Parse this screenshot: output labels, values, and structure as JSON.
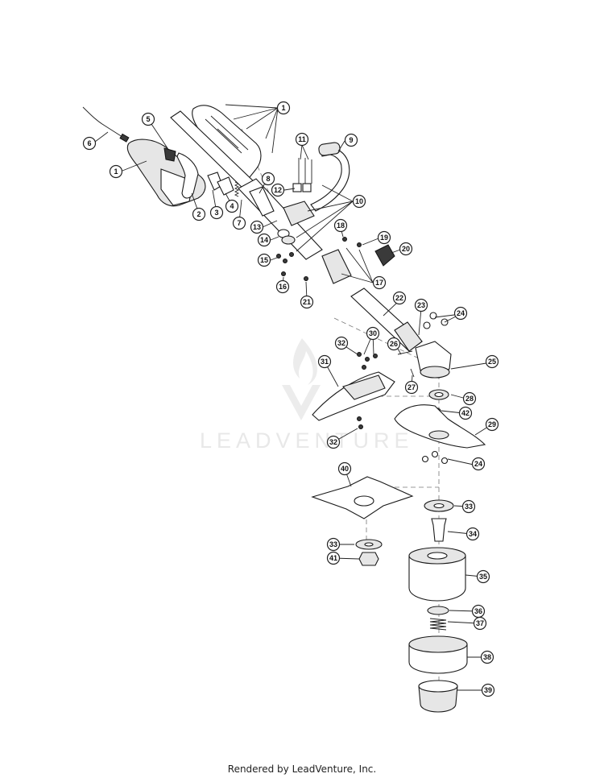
{
  "watermark": {
    "text": "LEADVENTURE"
  },
  "footer": {
    "text": "Rendered by LeadVenture, Inc."
  },
  "callouts": [
    {
      "label": "1"
    },
    {
      "label": "1"
    },
    {
      "label": "2"
    },
    {
      "label": "3"
    },
    {
      "label": "4"
    },
    {
      "label": "5"
    },
    {
      "label": "6"
    },
    {
      "label": "7"
    },
    {
      "label": "8"
    },
    {
      "label": "9"
    },
    {
      "label": "10"
    },
    {
      "label": "11"
    },
    {
      "label": "12"
    },
    {
      "label": "13"
    },
    {
      "label": "14"
    },
    {
      "label": "15"
    },
    {
      "label": "16"
    },
    {
      "label": "17"
    },
    {
      "label": "18"
    },
    {
      "label": "19"
    },
    {
      "label": "20"
    },
    {
      "label": "21"
    },
    {
      "label": "22"
    },
    {
      "label": "23"
    },
    {
      "label": "24"
    },
    {
      "label": "24"
    },
    {
      "label": "25"
    },
    {
      "label": "26"
    },
    {
      "label": "27"
    },
    {
      "label": "28"
    },
    {
      "label": "29"
    },
    {
      "label": "30"
    },
    {
      "label": "31"
    },
    {
      "label": "32"
    },
    {
      "label": "32"
    },
    {
      "label": "33"
    },
    {
      "label": "33"
    },
    {
      "label": "34"
    },
    {
      "label": "35"
    },
    {
      "label": "36"
    },
    {
      "label": "37"
    },
    {
      "label": "38"
    },
    {
      "label": "39"
    },
    {
      "label": "40"
    },
    {
      "label": "41"
    },
    {
      "label": "42"
    }
  ]
}
